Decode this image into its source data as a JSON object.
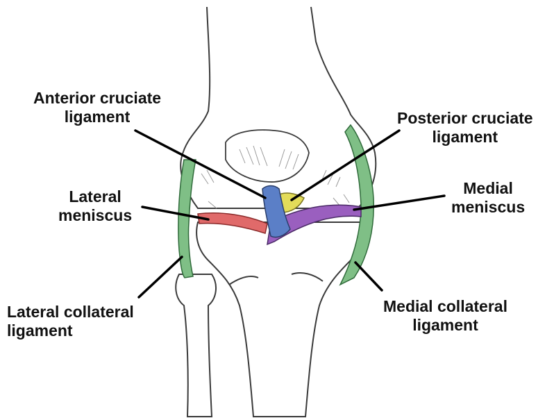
{
  "labels": {
    "acl": {
      "line1": "Anterior cruciate",
      "line2": "ligament"
    },
    "pcl": {
      "line1": "Posterior cruciate",
      "line2": "ligament"
    },
    "lateral_meniscus": {
      "line1": "Lateral",
      "line2": "meniscus"
    },
    "medial_meniscus": {
      "line1": "Medial",
      "line2": "meniscus"
    },
    "lcl": {
      "line1": "Lateral collateral",
      "line2": "ligament"
    },
    "mcl": {
      "line1": "Medial collateral",
      "line2": "ligament"
    }
  },
  "colors": {
    "acl": "#5b7fc7",
    "pcl": "#e3dc5a",
    "lateral_meniscus": "#e06a6a",
    "medial_meniscus": "#9a5fbf",
    "collateral": "#7fbf86",
    "bone_outline": "#3a3a3a",
    "shading": "#9a9a9a",
    "leader": "#000000"
  }
}
